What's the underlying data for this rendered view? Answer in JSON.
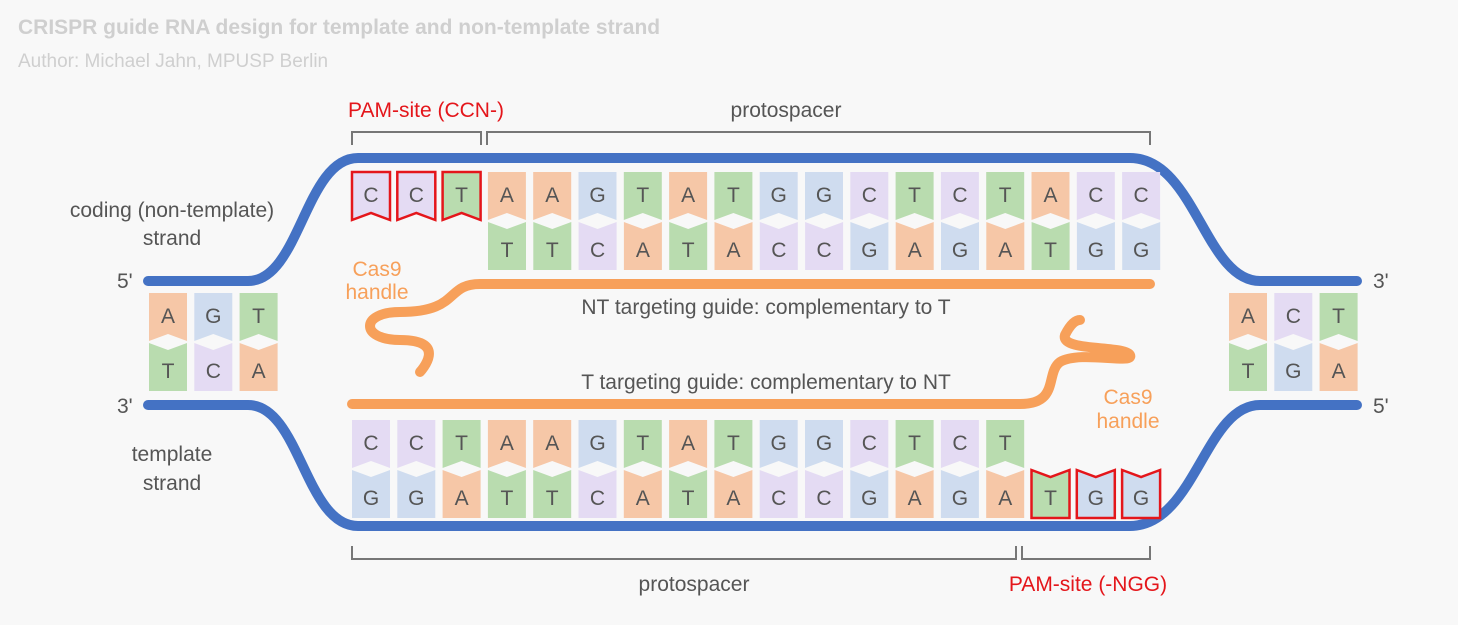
{
  "title": "CRISPR guide RNA design for template and non-template strand",
  "author": "Author: Michael Jahn, MPUSP Berlin",
  "labels": {
    "pam_top": "PAM-site (CCN-)",
    "protospacer_top": "protospacer",
    "coding_strand_line1": "coding (non-template)",
    "coding_strand_line2": "strand",
    "template_strand_line1": "template",
    "template_strand_line2": "strand",
    "five_prime_left": "5'",
    "three_prime_left": "3'",
    "three_prime_right": "3'",
    "five_prime_right": "5'",
    "cas9_left_line1": "Cas9",
    "cas9_left_line2": "handle",
    "cas9_right_line1": "Cas9",
    "cas9_right_line2": "handle",
    "nt_guide": "NT targeting guide: complementary to T",
    "t_guide": "T targeting guide: complementary to NT",
    "protospacer_bottom": "protospacer",
    "pam_bottom": "PAM-site (-NGG)"
  },
  "colors": {
    "A": "#f6c7a7",
    "T": "#b9dcaf",
    "G": "#cfdcef",
    "C": "#e4dbf3",
    "backbone": "#4472c4",
    "guide": "#f7a05a",
    "pam": "#e4161b",
    "grey_text": "#555555",
    "title": "#cccccc"
  },
  "sequences": {
    "left_top": [
      "A",
      "G",
      "T"
    ],
    "left_bottom": [
      "T",
      "C",
      "A"
    ],
    "right_top": [
      "A",
      "C",
      "T"
    ],
    "right_bottom": [
      "T",
      "G",
      "A"
    ],
    "upper_top": [
      "C",
      "C",
      "T",
      "A",
      "A",
      "G",
      "T",
      "A",
      "T",
      "G",
      "G",
      "C",
      "T",
      "C",
      "T",
      "A",
      "C",
      "C"
    ],
    "upper_bottom": [
      "T",
      "T",
      "C",
      "A",
      "T",
      "A",
      "C",
      "C",
      "G",
      "A",
      "G",
      "A",
      "T",
      "G",
      "G"
    ],
    "lower_top": [
      "C",
      "C",
      "T",
      "A",
      "A",
      "G",
      "T",
      "A",
      "T",
      "G",
      "G",
      "C",
      "T",
      "C",
      "T"
    ],
    "lower_bottom": [
      "G",
      "G",
      "A",
      "T",
      "T",
      "C",
      "A",
      "T",
      "A",
      "C",
      "C",
      "G",
      "A",
      "G",
      "A",
      "T",
      "G",
      "G"
    ]
  }
}
